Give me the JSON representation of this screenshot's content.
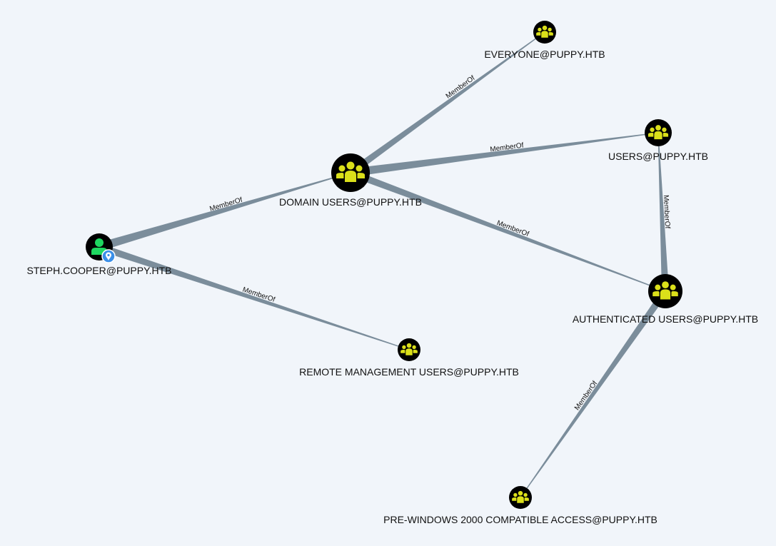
{
  "graph": {
    "colors": {
      "background": "#f1f5fa",
      "edge": "#7b8d9b",
      "node_fill": "#000000",
      "group_icon": "#dbe01a",
      "user_icon": "#1ed760",
      "owned_marker": "#3a8fe8"
    },
    "nodes": [
      {
        "id": "domain_users",
        "label": "DOMAIN USERS@PUPPY.HTB",
        "kind": "group",
        "icon": "group-icon"
      },
      {
        "id": "everyone",
        "label": "EVERYONE@PUPPY.HTB",
        "kind": "group",
        "icon": "group-icon"
      },
      {
        "id": "users",
        "label": "USERS@PUPPY.HTB",
        "kind": "group",
        "icon": "group-icon"
      },
      {
        "id": "steph",
        "label": "STEPH.COOPER@PUPPY.HTB",
        "kind": "user",
        "icon": "user-icon",
        "marker": "location-pin-icon"
      },
      {
        "id": "auth_users",
        "label": "AUTHENTICATED USERS@PUPPY.HTB",
        "kind": "group",
        "icon": "group-icon"
      },
      {
        "id": "remote_mgmt",
        "label": "REMOTE MANAGEMENT USERS@PUPPY.HTB",
        "kind": "group",
        "icon": "group-icon"
      },
      {
        "id": "prewin2000",
        "label": "PRE-WINDOWS 2000 COMPATIBLE ACCESS@PUPPY.HTB",
        "kind": "group",
        "icon": "group-icon"
      }
    ],
    "edges": [
      {
        "from": "domain_users",
        "to": "everyone",
        "label": "MemberOf"
      },
      {
        "from": "domain_users",
        "to": "users",
        "label": "MemberOf"
      },
      {
        "from": "domain_users",
        "to": "auth_users",
        "label": "MemberOf"
      },
      {
        "from": "steph",
        "to": "domain_users",
        "label": "MemberOf"
      },
      {
        "from": "steph",
        "to": "remote_mgmt",
        "label": "MemberOf"
      },
      {
        "from": "auth_users",
        "to": "users",
        "label": "MemberOf"
      },
      {
        "from": "prewin2000",
        "to": "auth_users",
        "label": "MemberOf"
      }
    ]
  }
}
